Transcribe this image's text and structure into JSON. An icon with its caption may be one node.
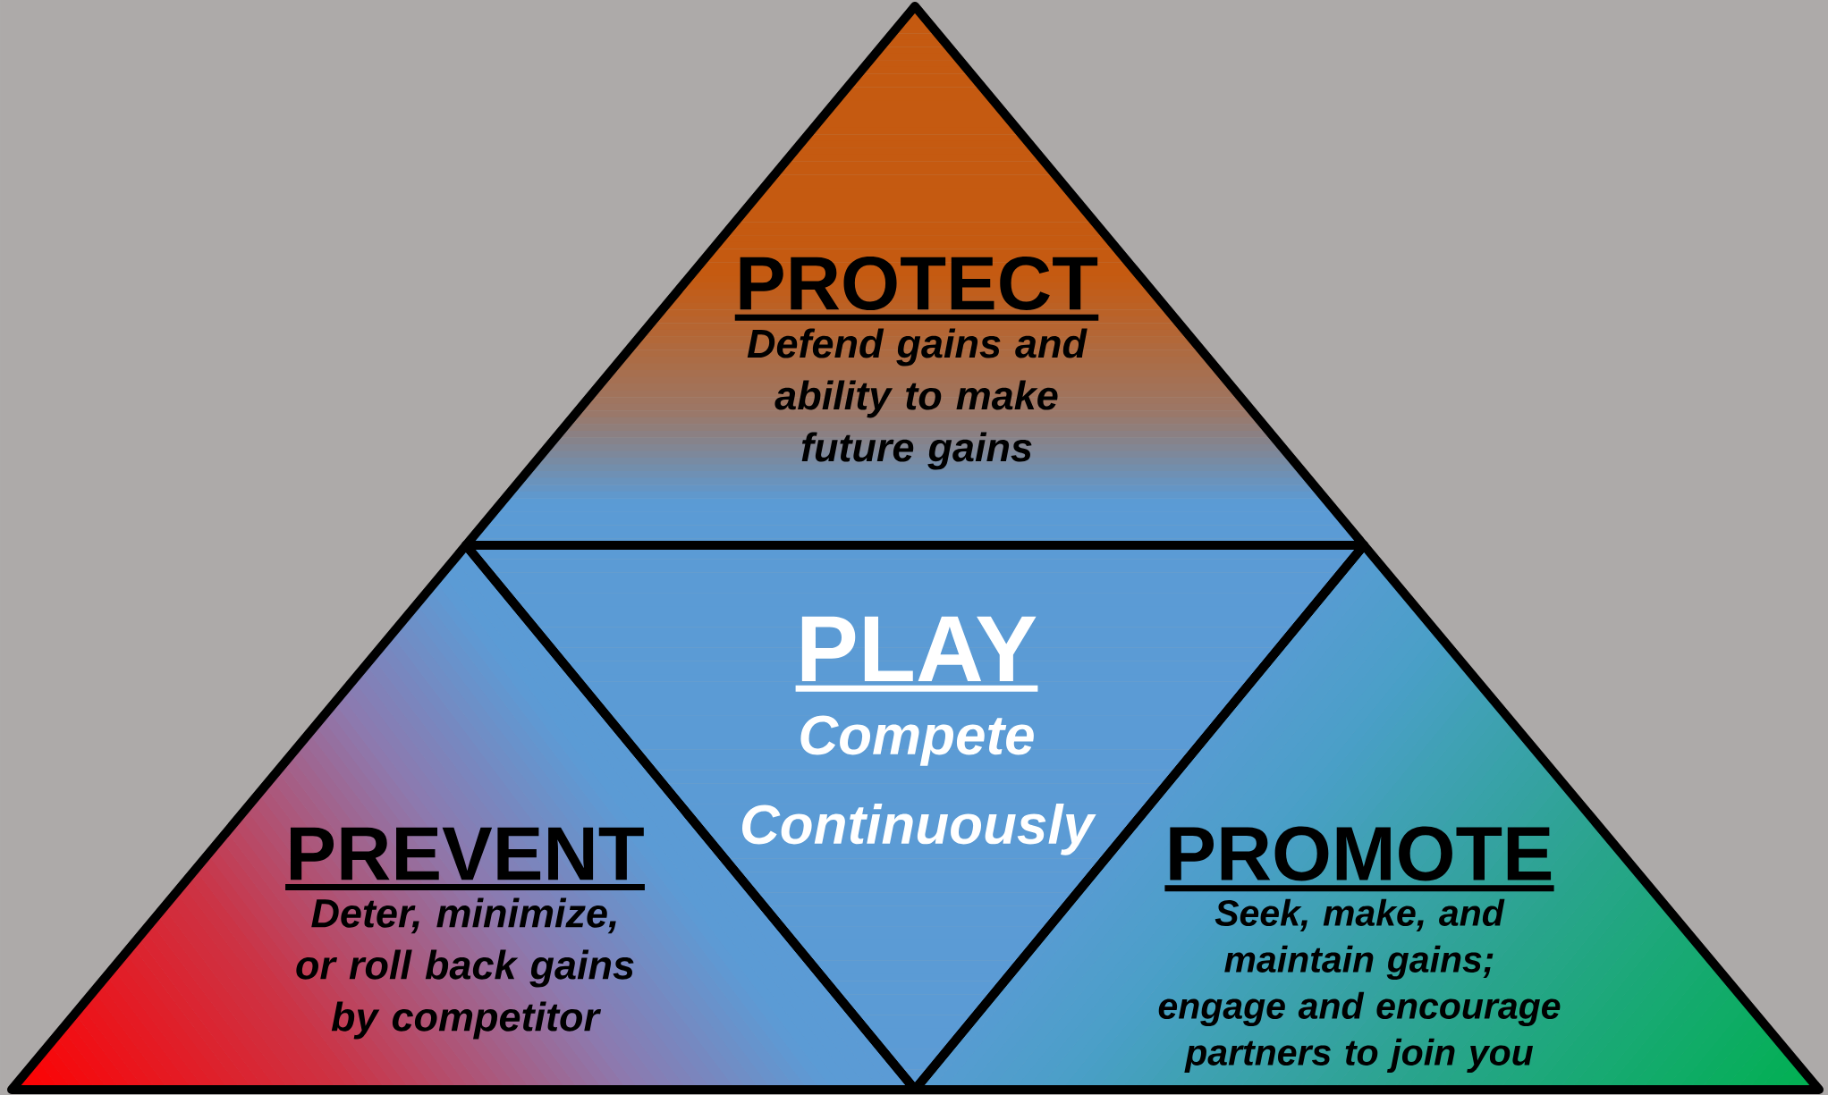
{
  "diagram": {
    "nodes": [
      {
        "text": [
          "PROTECT",
          "Defend gains and ability to make future gains"
        ]
      },
      {
        "text": [
          "PLAY",
          "Compete Continuously"
        ]
      },
      {
        "text": [
          "PREVENT",
          "Deter, minimize, or roll back gains by competitor"
        ]
      },
      {
        "text": [
          "PROMOTE",
          "Seek, make, and maintain gains; engage and encourage partners to join you"
        ]
      }
    ]
  }
}
